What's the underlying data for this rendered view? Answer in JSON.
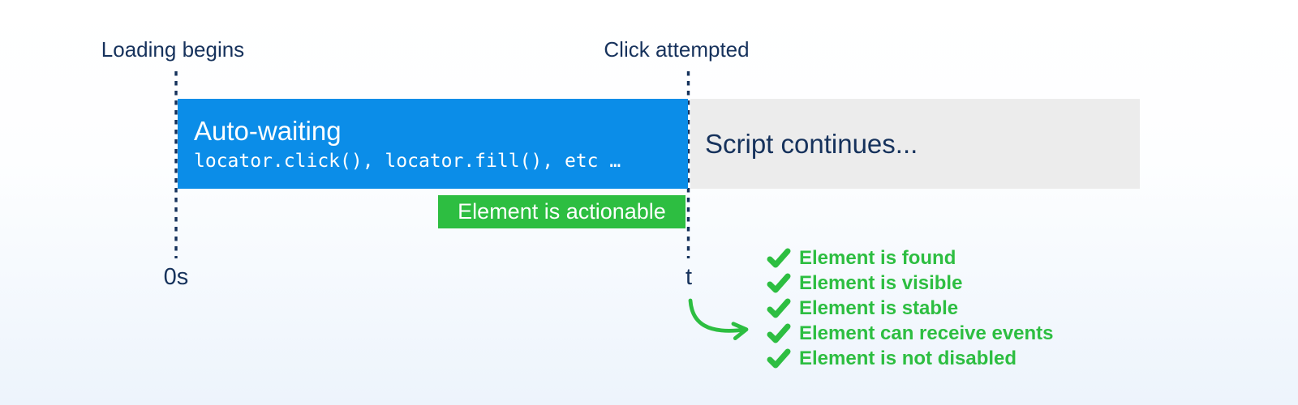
{
  "timeline": {
    "loading_begins_label": "Loading begins",
    "click_attempted_label": "Click attempted",
    "start_tick_label": "0s",
    "end_tick_label": "t"
  },
  "bars": {
    "auto_waiting": {
      "title": "Auto-waiting",
      "code": "locator.click(), locator.fill(), etc …"
    },
    "script_continues": {
      "label": "Script continues..."
    }
  },
  "badge": {
    "label": "Element is actionable"
  },
  "checklist": {
    "items": [
      "Element is found",
      "Element is visible",
      "Element is stable",
      "Element can receive events",
      "Element is not disabled"
    ]
  },
  "icons": {
    "checkmark": "check-mark",
    "arrow": "curved-arrow-right"
  },
  "colors": {
    "bar_blue": "#0b8de8",
    "bar_gray": "#ececec",
    "accent_green": "#2dbe41",
    "text_navy": "#16325c"
  }
}
